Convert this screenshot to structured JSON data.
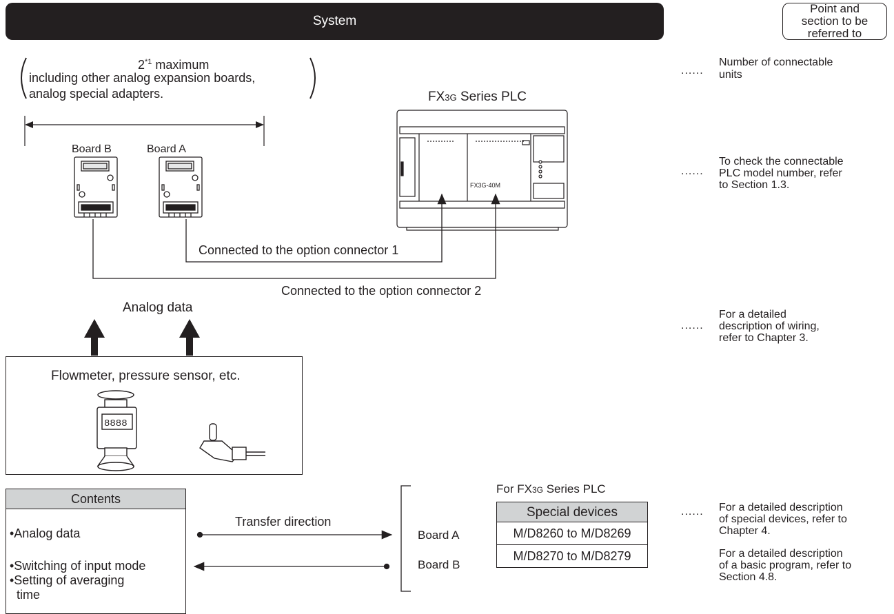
{
  "header": {
    "system": "System",
    "reference": "Point and section to be referred to"
  },
  "count": {
    "line1": "2",
    "sup": "*1",
    "line1_rest": " maximum",
    "line2": "including other analog expansion boards,",
    "line3": "analog special adapters."
  },
  "boards": {
    "board_b": "Board B",
    "board_a": "Board A"
  },
  "plc": {
    "title_prefix": "FX",
    "title_sub": "3G",
    "title_suffix": " Series PLC",
    "model": "FX3G-40M"
  },
  "connections": {
    "conn1": "Connected to the option connector 1",
    "conn2": "Connected to the option connector 2"
  },
  "analog_label": "Analog data",
  "sensors": {
    "title": "Flowmeter, pressure sensor, etc.",
    "display": "8888"
  },
  "contents": {
    "title": "Contents",
    "item1": "•Analog data",
    "item2": "•Switching of input mode",
    "item3": "•Setting of averaging",
    "item3b": "time"
  },
  "transfer": {
    "label": "Transfer direction",
    "board_a": "Board A",
    "board_b": "Board B"
  },
  "special": {
    "for_prefix": "For FX",
    "for_sub": "3G",
    "for_suffix": " Series PLC",
    "header": "Special devices",
    "row_a": "M/D8260 to M/D8269",
    "row_b": "M/D8270 to M/D8279"
  },
  "refs": {
    "dots": "......",
    "r1a": "Number of connectable",
    "r1b": "units",
    "r2a": "To check the connectable",
    "r2b": "PLC model number, refer",
    "r2c": "to Section 1.3.",
    "r3a": "For a detailed",
    "r3b": "description of wiring,",
    "r3c": "refer to Chapter 3.",
    "r4a": "For a detailed description",
    "r4b": "of special devices, refer to",
    "r4c": "Chapter 4.",
    "r5a": "For a detailed description",
    "r5b": "of a basic program, refer to",
    "r5c": "Section 4.8."
  }
}
